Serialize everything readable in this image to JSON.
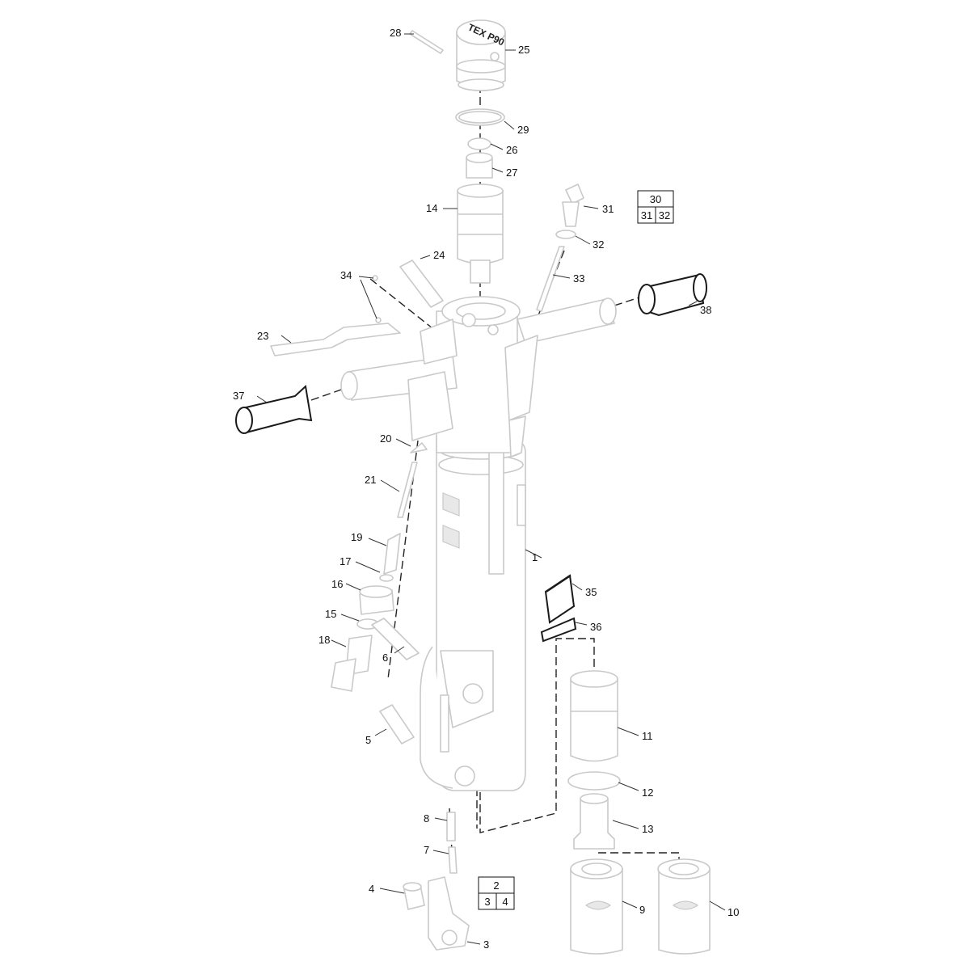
{
  "diagram": {
    "top_cap_engraving": "TEX P90",
    "parts": [
      {
        "number": "1"
      },
      {
        "number": "2"
      },
      {
        "number": "3"
      },
      {
        "number": "4"
      },
      {
        "number": "5"
      },
      {
        "number": "6"
      },
      {
        "number": "7"
      },
      {
        "number": "8"
      },
      {
        "number": "9"
      },
      {
        "number": "10"
      },
      {
        "number": "11"
      },
      {
        "number": "12"
      },
      {
        "number": "13"
      },
      {
        "number": "14"
      },
      {
        "number": "15"
      },
      {
        "number": "16"
      },
      {
        "number": "17"
      },
      {
        "number": "18"
      },
      {
        "number": "19"
      },
      {
        "number": "20"
      },
      {
        "number": "21"
      },
      {
        "number": "23"
      },
      {
        "number": "24"
      },
      {
        "number": "25"
      },
      {
        "number": "26"
      },
      {
        "number": "27"
      },
      {
        "number": "28"
      },
      {
        "number": "29"
      },
      {
        "number": "31"
      },
      {
        "number": "32"
      },
      {
        "number": "33"
      },
      {
        "number": "34"
      },
      {
        "number": "35"
      },
      {
        "number": "36"
      },
      {
        "number": "37"
      },
      {
        "number": "38"
      }
    ],
    "kit_tables": [
      {
        "kit": "30",
        "contains": [
          "31",
          "32"
        ]
      },
      {
        "kit": "2",
        "contains": [
          "3",
          "4"
        ]
      }
    ]
  }
}
